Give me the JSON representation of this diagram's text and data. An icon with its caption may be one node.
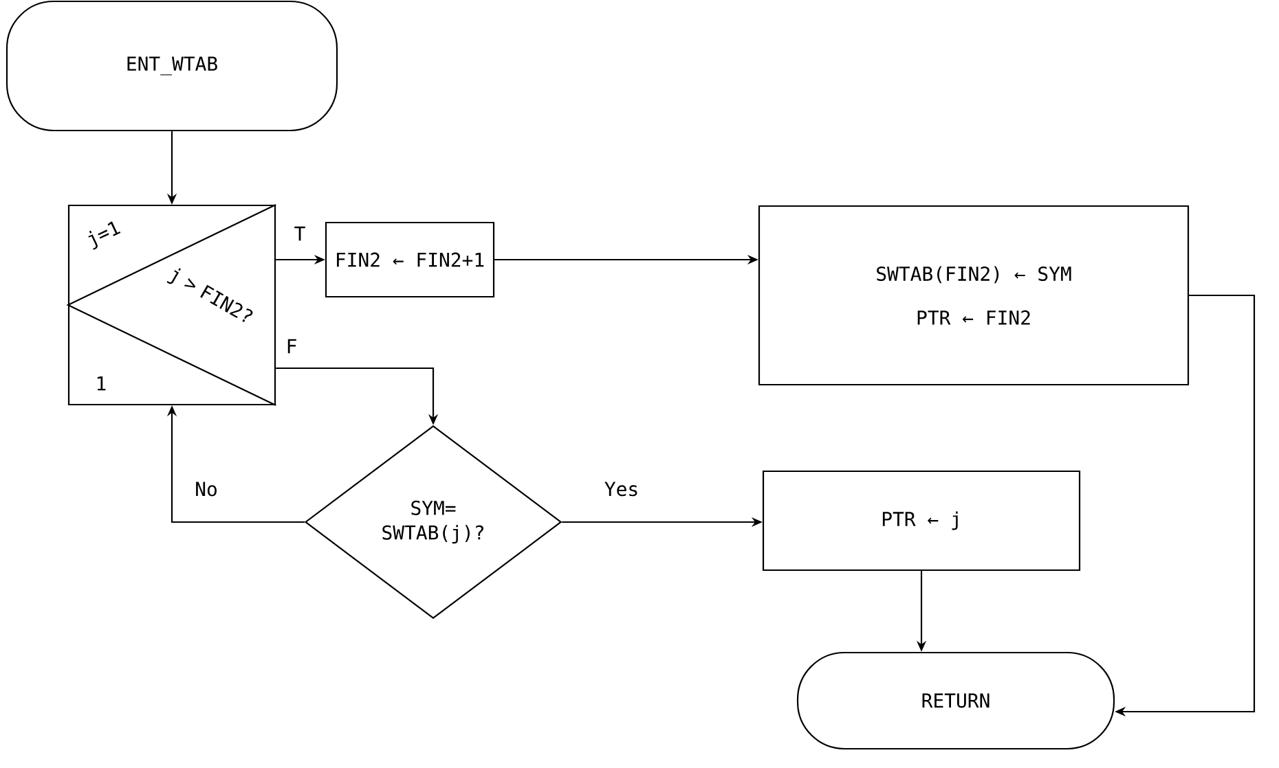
{
  "diagram": {
    "nodes": [
      {
        "text": [
          "ENT_WTAB"
        ]
      },
      {
        "text": [
          "j=1",
          "j > FIN2?",
          "1"
        ]
      },
      {
        "text": [
          "FIN2 ← FIN2+1"
        ]
      },
      {
        "text": [
          "SWTAB(FIN2) ← SYM",
          "PTR ← FIN2"
        ]
      },
      {
        "text": [
          "SYM= SWTAB(j)?"
        ]
      },
      {
        "text": [
          "PTR ← j"
        ]
      },
      {
        "text": [
          "RETURN"
        ]
      }
    ],
    "edges": [
      {
        "from": 0,
        "to": 1,
        "arrow": "to"
      },
      {
        "from": 1,
        "to": 2,
        "arrow": "to",
        "label": "T"
      },
      {
        "from": 2,
        "to": 3,
        "arrow": "to"
      },
      {
        "from": 1,
        "to": 4,
        "arrow": "to",
        "label": "F"
      },
      {
        "from": 4,
        "to": 1,
        "arrow": "to",
        "label": "No"
      },
      {
        "from": 4,
        "to": 5,
        "arrow": "to",
        "label": "Yes"
      },
      {
        "from": 5,
        "to": 6,
        "arrow": "to"
      },
      {
        "from": 3,
        "to": 6,
        "arrow": "to"
      }
    ]
  }
}
